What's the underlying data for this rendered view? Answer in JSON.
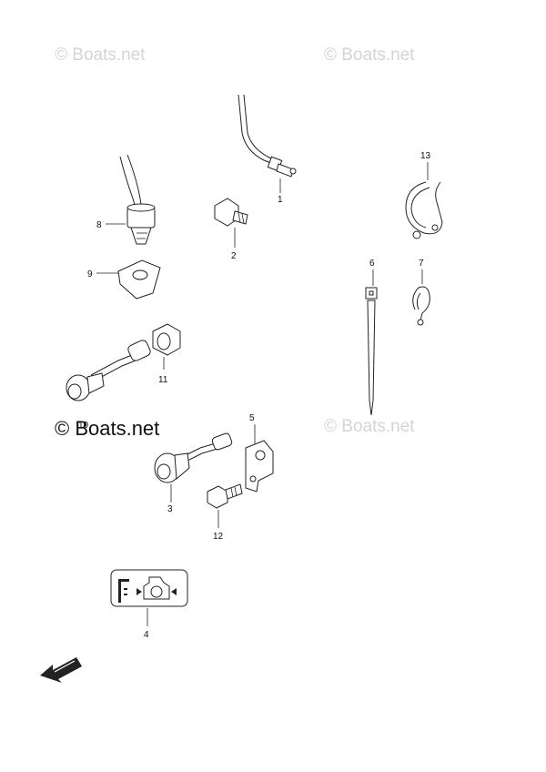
{
  "watermarks": {
    "top_left": "© Boats.net",
    "top_right": "© Boats.net",
    "mid_right": "© Boats.net",
    "mid_left": "© Boats.net"
  },
  "callouts": {
    "p1": "1",
    "p2": "2",
    "p3": "3",
    "p4": "4",
    "p5": "5",
    "p6": "6",
    "p7": "7",
    "p8": "8",
    "p9": "9",
    "p10": "10",
    "p11": "11",
    "p12": "12",
    "p13": "13"
  },
  "colors": {
    "line": "#222222",
    "watermark_light": "#d4d4d4",
    "watermark_dark": "#111111"
  },
  "icons": {
    "fwd_arrow": "fwd-arrow-icon",
    "temp_label": "thermometer-icon"
  }
}
